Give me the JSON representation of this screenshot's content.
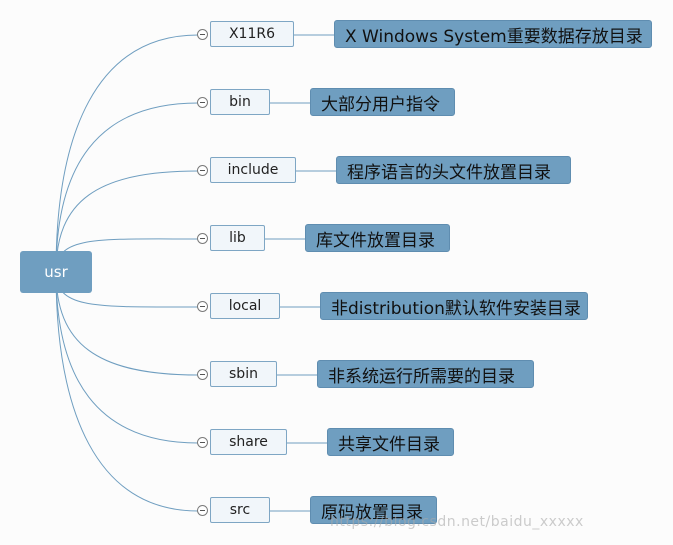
{
  "root": {
    "label": "usr"
  },
  "children": [
    {
      "name": "X11R6",
      "desc": "X Windows System重要数据存放目录"
    },
    {
      "name": "bin",
      "desc": "大部分用户指令"
    },
    {
      "name": "include",
      "desc": "程序语言的头文件放置目录"
    },
    {
      "name": "lib",
      "desc": "库文件放置目录"
    },
    {
      "name": "local",
      "desc": "非distribution默认软件安装目录"
    },
    {
      "name": "sbin",
      "desc": "非系统运行所需要的目录"
    },
    {
      "name": "share",
      "desc": "共享文件目录"
    },
    {
      "name": "src",
      "desc": "原码放置目录"
    }
  ],
  "watermark": "https://blog.csdn.net/baidu_xxxxx",
  "colors": {
    "root": "#6f9ec0",
    "desc": "#6f9ec0",
    "line": "#6f9ec0",
    "child_bg": "#f1f6fa"
  }
}
